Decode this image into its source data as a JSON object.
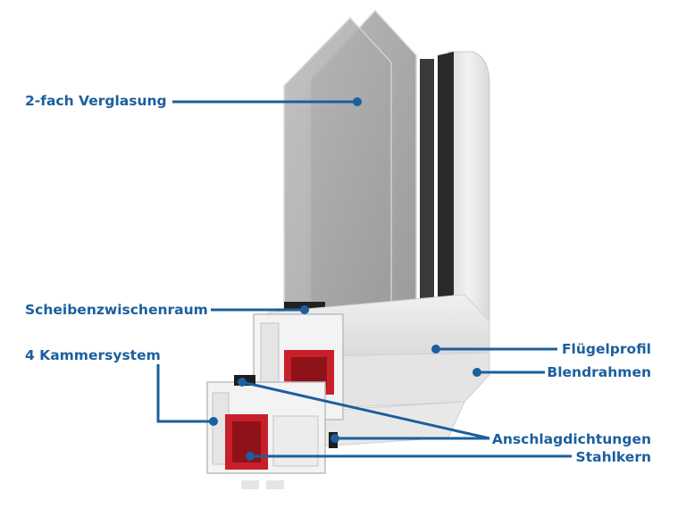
{
  "colors": {
    "accent": "#1b5f9e",
    "steel": "#c8202a",
    "profile": "#e9e9ea",
    "glass": "#a9a9ab",
    "gasket": "#1e1e1e"
  },
  "labels": {
    "glazing": "2-fach Verglasung",
    "cavity": "Scheibenzwischenraum",
    "chambers": "4 Kammersystem",
    "sash": "Flügelprofil",
    "frame": "Blendrahmen",
    "gaskets": "Anschlagdichtungen",
    "steel": "Stahlkern"
  }
}
